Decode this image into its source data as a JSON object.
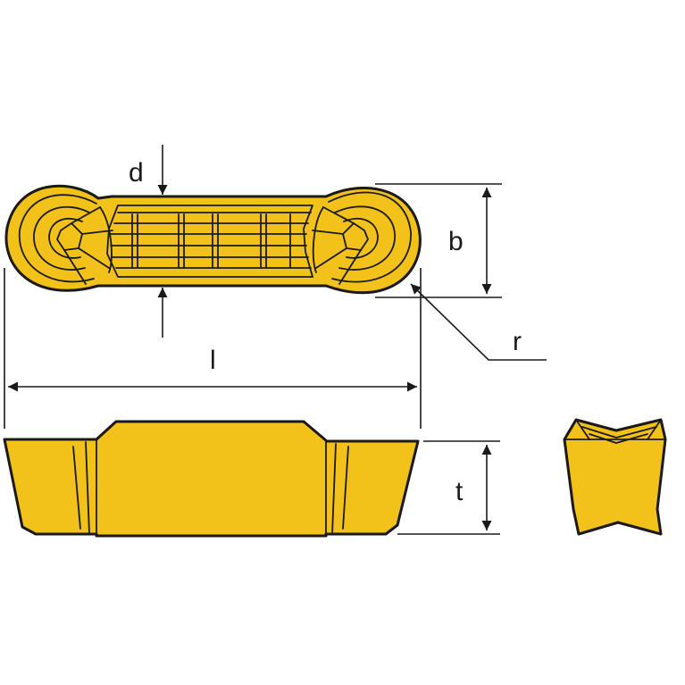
{
  "colors": {
    "insert_fill": "#f2c21b",
    "line": "#1a1a1a",
    "background": "#ffffff"
  },
  "labels": {
    "d": "d",
    "b": "b",
    "r": "r",
    "l": "l",
    "t": "t"
  }
}
